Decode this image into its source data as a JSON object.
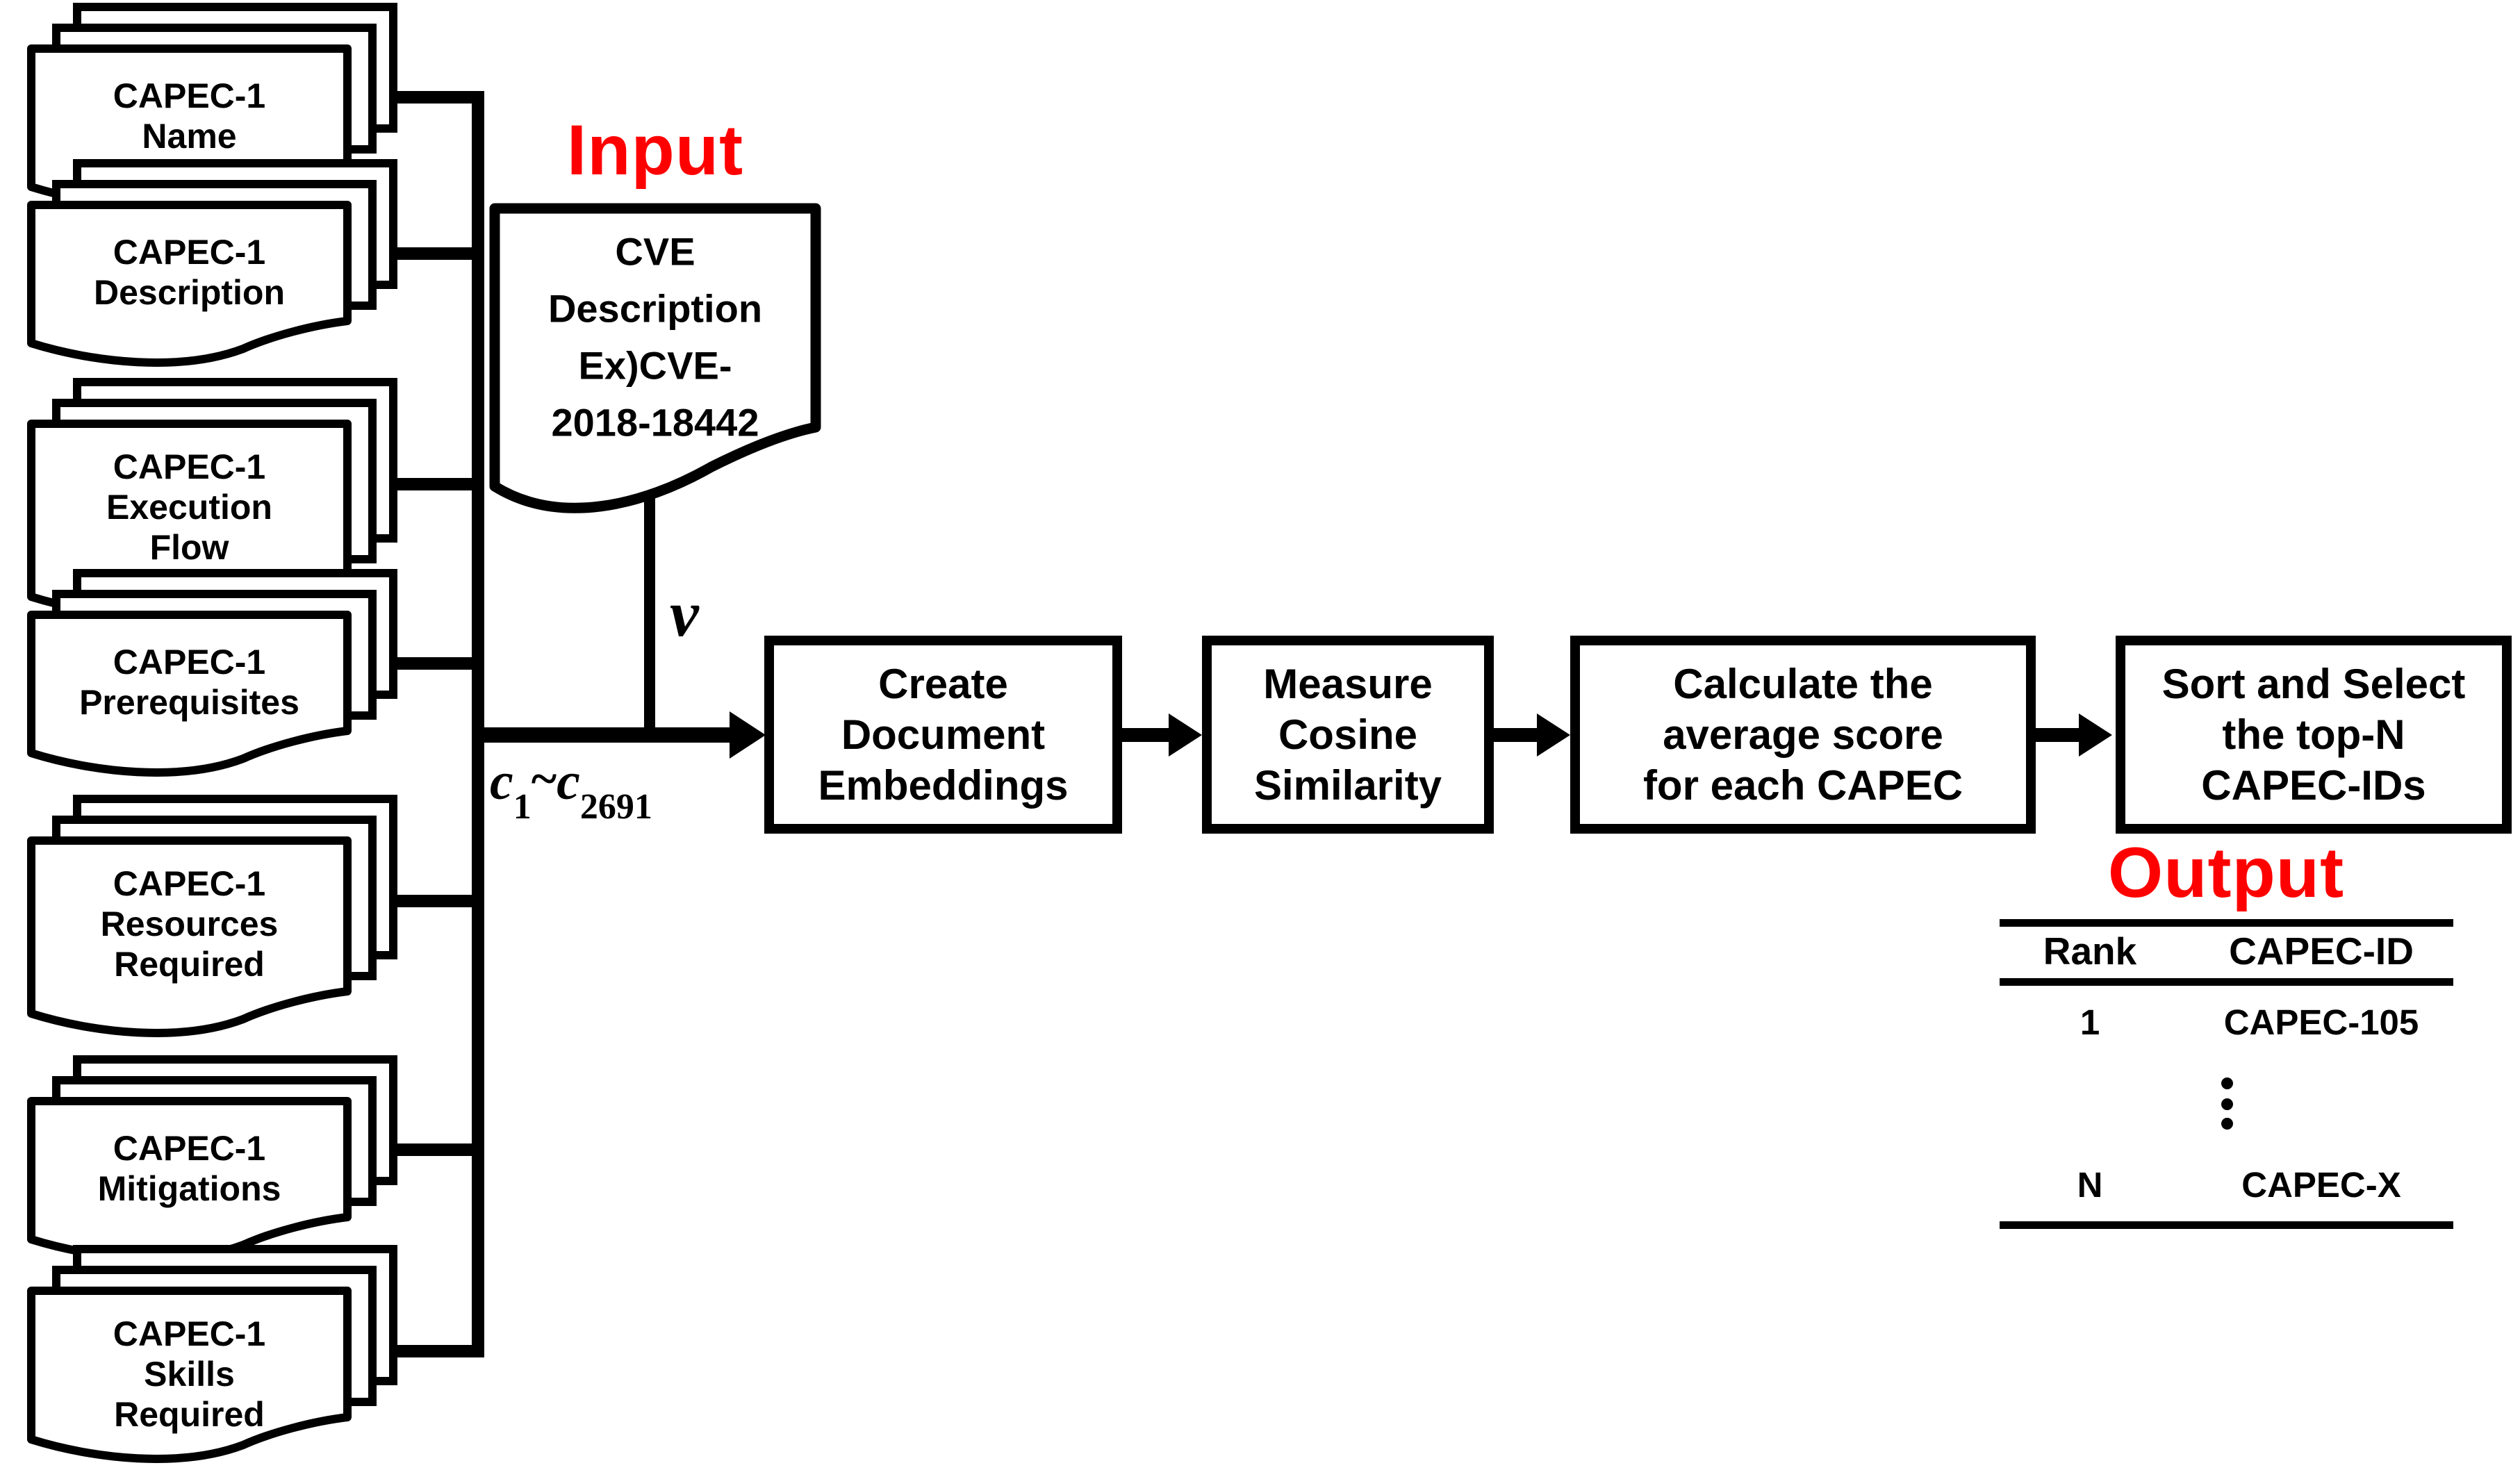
{
  "section_labels": {
    "input": "Input",
    "output": "Output"
  },
  "math_labels": {
    "vector": "v",
    "c_base": "c",
    "c_sub_start": "1",
    "tilde": "~",
    "c_sub_end": "2691"
  },
  "capec_stacks": [
    {
      "lines": [
        "CAPEC-1",
        "Name"
      ]
    },
    {
      "lines": [
        "CAPEC-1",
        "Description"
      ]
    },
    {
      "lines": [
        "CAPEC-1",
        "Execution",
        "Flow"
      ]
    },
    {
      "lines": [
        "CAPEC-1",
        "Prerequisites"
      ]
    },
    {
      "lines": [
        "CAPEC-1",
        "Resources",
        "Required"
      ]
    },
    {
      "lines": [
        "CAPEC-1",
        "Mitigations"
      ]
    },
    {
      "lines": [
        "CAPEC-1",
        "Skills",
        "Required"
      ]
    }
  ],
  "cve_doc": {
    "lines": [
      "CVE",
      "Description",
      "Ex)CVE-",
      "2018-18442"
    ]
  },
  "process_boxes": [
    {
      "lines": [
        "Create",
        "Document",
        "Embeddings"
      ]
    },
    {
      "lines": [
        "Measure",
        "Cosine",
        "Similarity"
      ]
    },
    {
      "lines": [
        "Calculate the",
        "average score",
        "for each CAPEC"
      ]
    },
    {
      "lines": [
        "Sort and Select",
        "the top-N",
        "CAPEC-IDs"
      ]
    }
  ],
  "output_table": {
    "headers": [
      "Rank",
      "CAPEC-ID"
    ],
    "rows": [
      {
        "rank": "1",
        "capec_id": "CAPEC-105"
      },
      {
        "rank": "⋮",
        "capec_id": ""
      },
      {
        "rank": "N",
        "capec_id": "CAPEC-X"
      }
    ]
  },
  "colors": {
    "accent_red": "#FF0000",
    "ink": "#000000",
    "background": "#FFFFFF"
  }
}
